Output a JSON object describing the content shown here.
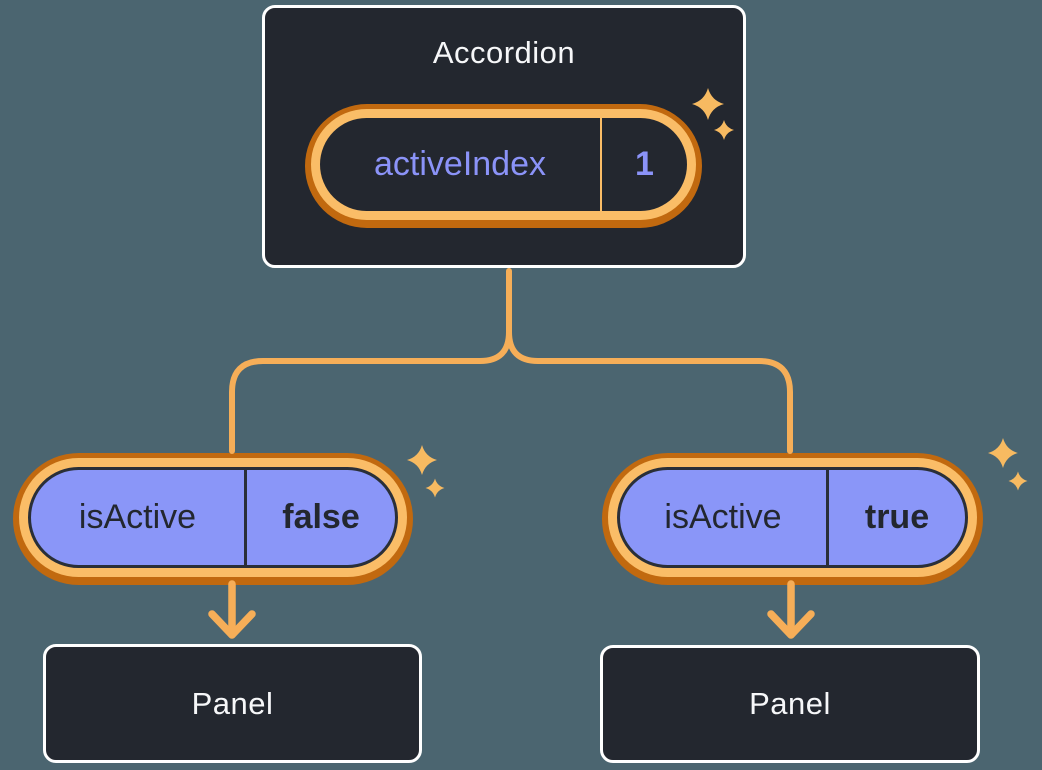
{
  "colors": {
    "bg": "#4B6570",
    "card-bg": "#23272F",
    "card-border": "#FFFFFF",
    "text-light": "#F6F7F9",
    "purple": "#8A96F8",
    "purple-text": "#8B93F8",
    "pill-border": "#2A2F38",
    "ring-outer": "#C1690F",
    "ring-inner": "#FABD67",
    "connector": "#F6AE58",
    "sparkle": "#F7BA61"
  },
  "accordion": {
    "title": "Accordion",
    "state_pill": {
      "label": "activeIndex",
      "value": "1"
    }
  },
  "children": [
    {
      "prop_pill": {
        "label": "isActive",
        "value": "false"
      },
      "panel": {
        "label": "Panel"
      }
    },
    {
      "prop_pill": {
        "label": "isActive",
        "value": "true"
      },
      "panel": {
        "label": "Panel"
      }
    }
  ],
  "icons": {
    "sparkle": "sparkle-icon"
  }
}
